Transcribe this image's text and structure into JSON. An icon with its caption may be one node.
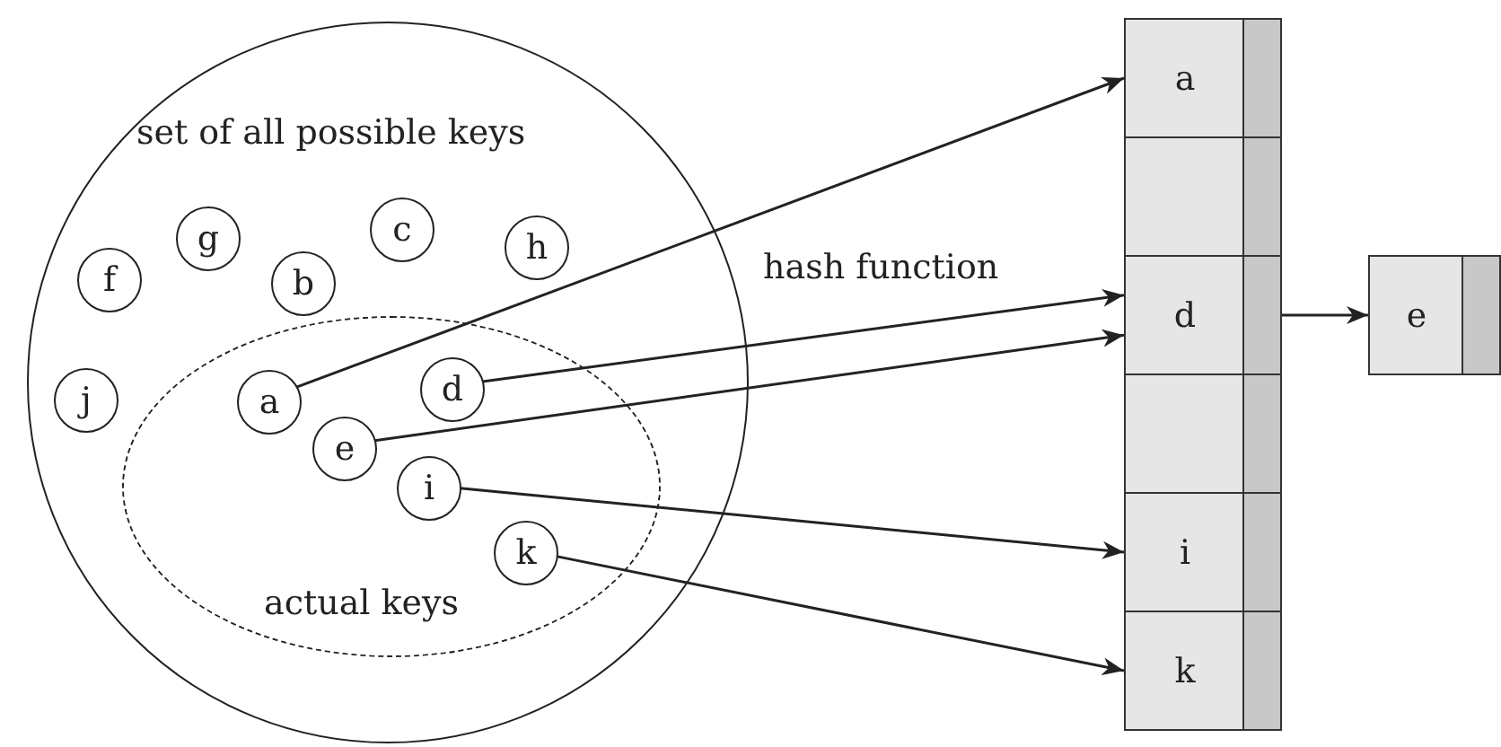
{
  "diagram": {
    "nodes": [
      {
        "text": [
          "set of all possible keys"
        ]
      },
      {
        "text": [
          "g"
        ],
        "in": 0
      },
      {
        "text": [
          "c"
        ],
        "in": 0
      },
      {
        "text": [
          "h"
        ],
        "in": 0
      },
      {
        "text": [
          "f"
        ],
        "in": 0
      },
      {
        "text": [
          "b"
        ],
        "in": 0
      },
      {
        "text": [
          "j"
        ],
        "in": 0
      },
      {
        "text": [
          "actual keys"
        ],
        "in": 0
      },
      {
        "text": [
          "a"
        ],
        "in": 7
      },
      {
        "text": [
          "d"
        ],
        "in": 7
      },
      {
        "text": [
          "e"
        ],
        "in": 7
      },
      {
        "text": [
          "i"
        ],
        "in": 7
      },
      {
        "text": [
          "k"
        ],
        "in": 7
      },
      {
        "text": [
          "a"
        ]
      },
      {
        "text": [],
        "shape": "box"
      },
      {
        "text": [
          "d"
        ]
      },
      {
        "text": [],
        "shape": "box"
      },
      {
        "text": [
          "i"
        ]
      },
      {
        "text": [
          "k"
        ]
      },
      {
        "text": [
          "e"
        ]
      }
    ],
    "edges": [
      {
        "from": 8,
        "to": 13,
        "arrow": "to"
      },
      {
        "from": 9,
        "to": 15,
        "arrow": "to"
      },
      {
        "from": 10,
        "to": 15,
        "arrow": "to"
      },
      {
        "from": 11,
        "to": 17,
        "arrow": "to"
      },
      {
        "from": 12,
        "to": 18,
        "arrow": "to"
      },
      {
        "from": 15,
        "to": 19,
        "arrow": "to"
      }
    ],
    "labels": [
      "hash function"
    ]
  }
}
